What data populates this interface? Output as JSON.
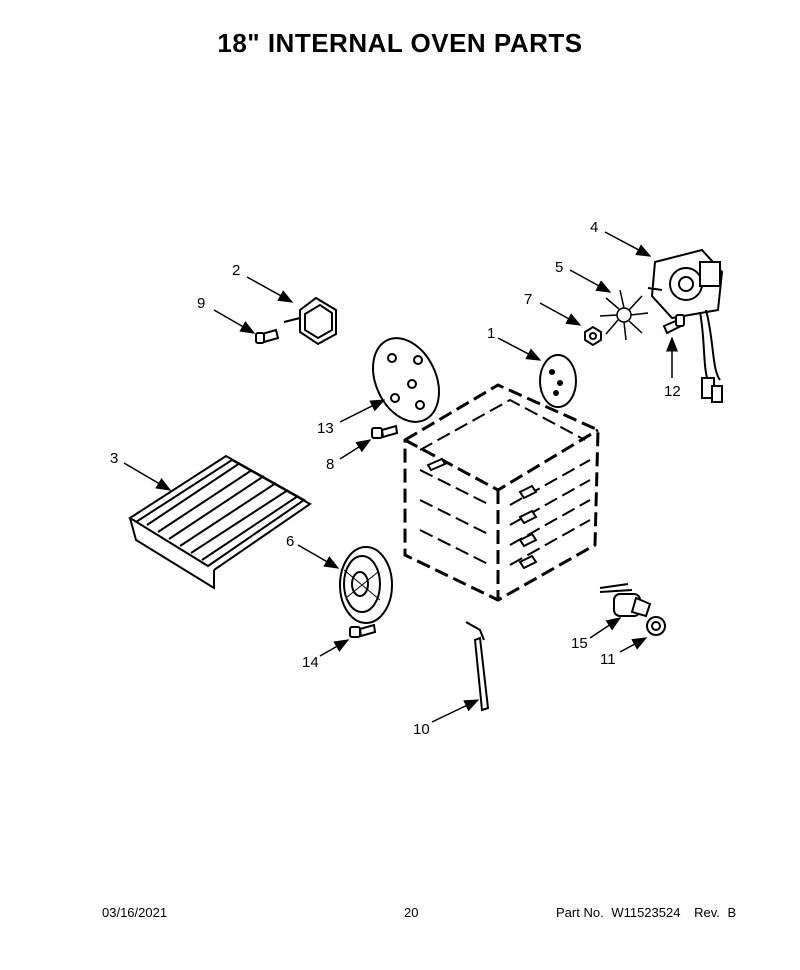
{
  "title": "18\" INTERNAL OVEN PARTS",
  "parts": [
    {
      "num": "1"
    },
    {
      "num": "2"
    },
    {
      "num": "3"
    },
    {
      "num": "4"
    },
    {
      "num": "5"
    },
    {
      "num": "6"
    },
    {
      "num": "7"
    },
    {
      "num": "8"
    },
    {
      "num": "9"
    },
    {
      "num": "10"
    },
    {
      "num": "11"
    },
    {
      "num": "12"
    },
    {
      "num": "13"
    },
    {
      "num": "14"
    },
    {
      "num": "15"
    }
  ],
  "footer": {
    "date": "03/16/2021",
    "page": "20",
    "part_label": "Part No.",
    "part_number": "W11523524",
    "rev_label": "Rev.",
    "rev": "B"
  }
}
